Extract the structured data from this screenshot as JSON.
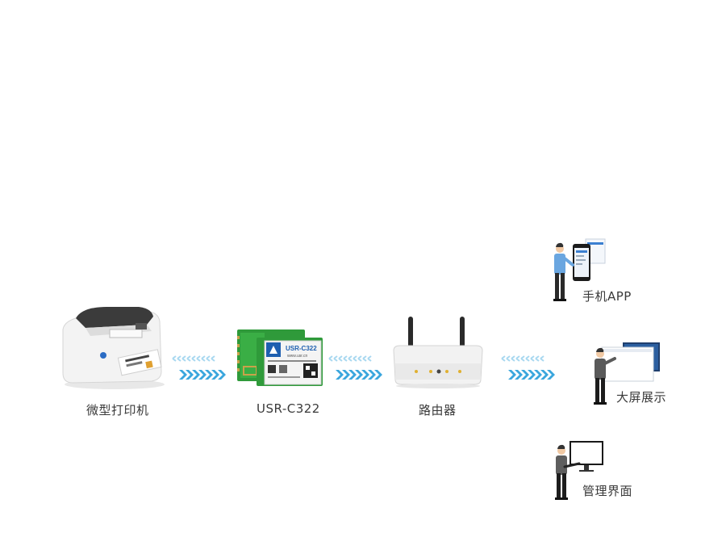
{
  "nodes": {
    "printer": {
      "label": "微型打印机"
    },
    "module": {
      "label": "USR-C322",
      "chip_text": "USR-C322",
      "chip_url": "www.usr.cn"
    },
    "router": {
      "label": "路由器"
    }
  },
  "clients": {
    "mobile": {
      "label": "手机APP"
    },
    "screen": {
      "label": "大屏展示"
    },
    "admin": {
      "label": "管理界面"
    }
  },
  "colors": {
    "arrow_light": "#a8d8f0",
    "arrow_dark": "#3aa6dd",
    "pcb_green": "#2f9a3a",
    "text": "#3a3a3a"
  }
}
